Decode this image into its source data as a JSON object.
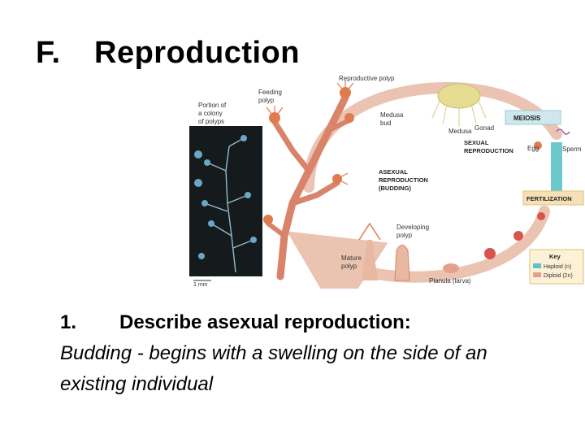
{
  "slide": {
    "heading_number": "F.",
    "heading_text": "Reproduction",
    "item_number": "1.",
    "item_text": "Describe asexual reproduction:",
    "answer_line1": "Budding - begins with a swelling on the side of an",
    "answer_line2": "existing individual"
  },
  "figure": {
    "photo_label": [
      "Portion of",
      "a colony",
      "of polyps"
    ],
    "scale_label": "1 mm",
    "feeding_polyp": [
      "Feeding",
      "polyp"
    ],
    "reproductive_polyp": "Reproductive polyp",
    "medusa_bud": [
      "Medusa",
      "bud"
    ],
    "medusa": "Medusa",
    "gonad": "Gonad",
    "meiosis": "MEIOSIS",
    "sexual_reproduction": [
      "SEXUAL",
      "REPRODUCTION"
    ],
    "egg": "Egg",
    "sperm": "Sperm",
    "asexual_reproduction": [
      "ASEXUAL",
      "REPRODUCTION",
      "(BUDDING)"
    ],
    "fertilization": "FERTILIZATION",
    "developing_polyp": [
      "Developing",
      "polyp"
    ],
    "mature_polyp": [
      "Mature",
      "polyp"
    ],
    "planula": "Planula (larva)",
    "key_title": "Key",
    "key_haploid": "Haploid (n)",
    "key_diploid": "Diploid (2n)",
    "colors": {
      "cycle_arrow": "#e8b9a4",
      "haploid": "#5bc3c9",
      "diploid": "#e3a08c",
      "photo_bg": "#151a1d",
      "polyp_orange": "#e07b4f",
      "medusa_yellow": "#e6dd93"
    }
  }
}
